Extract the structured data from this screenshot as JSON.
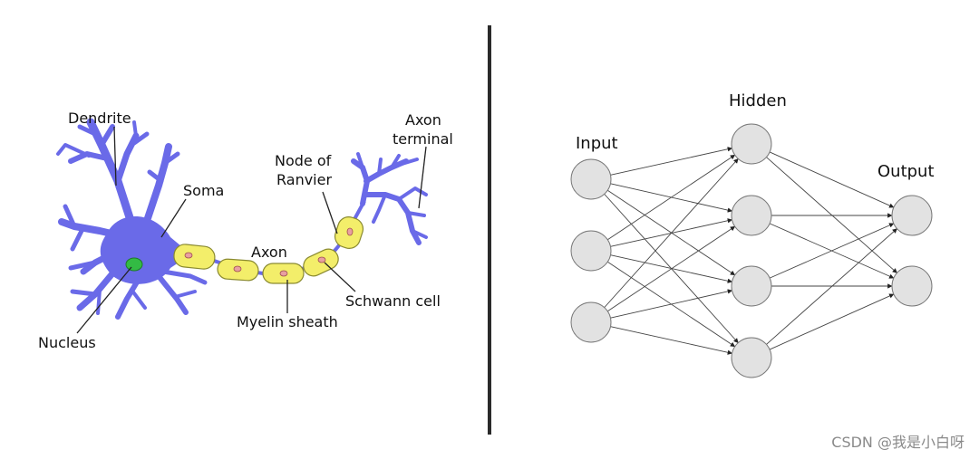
{
  "neuron": {
    "labels": {
      "dendrite": "Dendrite",
      "soma": "Soma",
      "nucleus": "Nucleus",
      "node_of_ranvier_line1": "Node of",
      "node_of_ranvier_line2": "Ranvier",
      "axon_terminal_line1": "Axon",
      "axon_terminal_line2": "terminal",
      "axon": "Axon",
      "myelin_sheath": "Myelin sheath",
      "schwann_cell": "Schwann cell"
    },
    "colors": {
      "cell": "#6a6ae8",
      "myelin": "#f3ee6a",
      "nucleus": "#33bb44"
    }
  },
  "network": {
    "layers": [
      {
        "name": "Input",
        "count": 3
      },
      {
        "name": "Hidden",
        "count": 4
      },
      {
        "name": "Output",
        "count": 2
      }
    ],
    "colors": {
      "node_fill": "#e2e2e2",
      "node_stroke": "#777777",
      "edge": "#444444"
    }
  },
  "watermark": "CSDN @我是小白呀"
}
